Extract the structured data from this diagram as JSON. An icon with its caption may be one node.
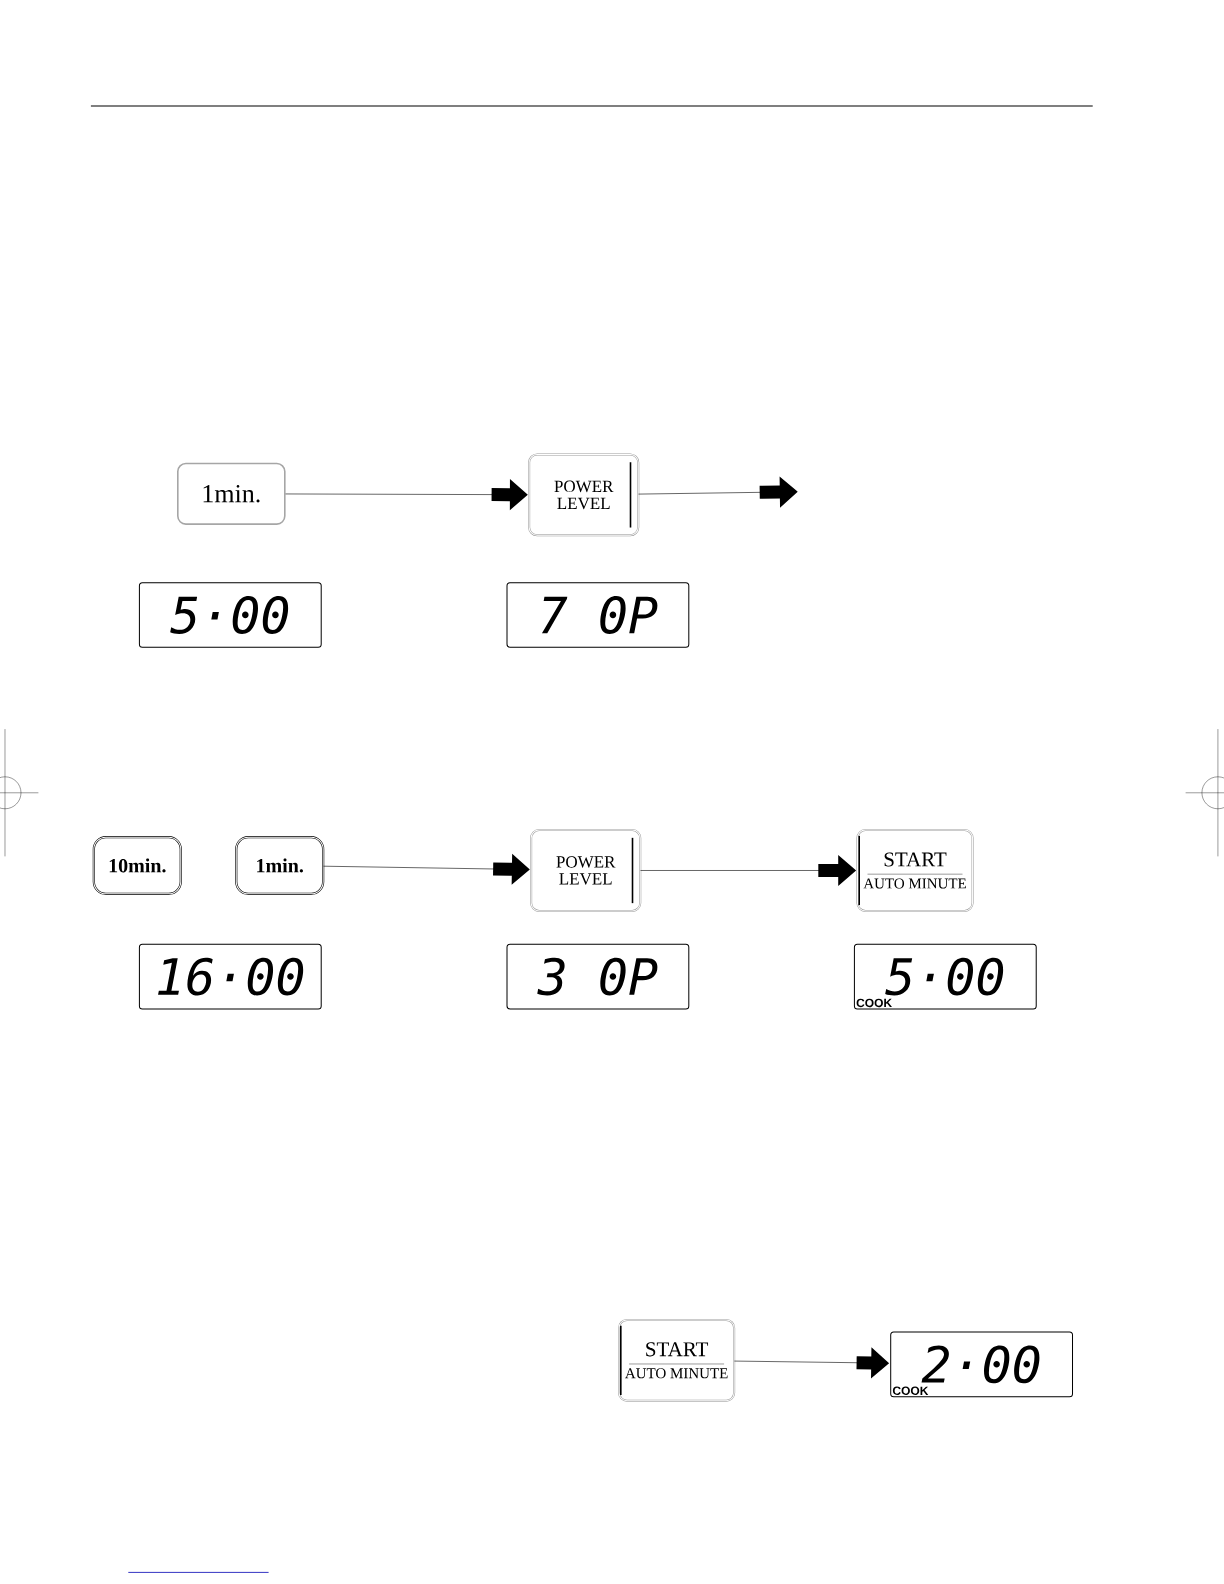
{
  "diagram": {
    "nodes": [
      {
        "text": [
          "1min."
        ]
      },
      {
        "text": [
          "POWER LEVEL"
        ]
      },
      {
        "text": [
          "5·00"
        ]
      },
      {
        "text": [
          "7 0P"
        ]
      },
      {
        "text": [
          "10min."
        ]
      },
      {
        "text": [
          "1min."
        ]
      },
      {
        "text": [
          "POWER LEVEL"
        ]
      },
      {
        "text": [
          "START",
          "AUTO MINUTE"
        ]
      },
      {
        "text": [
          "16·00"
        ]
      },
      {
        "text": [
          "3 0P"
        ]
      },
      {
        "text": [
          "5·00",
          "COOK"
        ]
      },
      {
        "text": [
          "START",
          "AUTO MINUTE"
        ]
      },
      {
        "text": [
          "2·00",
          "COOK"
        ]
      }
    ],
    "edges": [
      {
        "from": 0,
        "to": 1,
        "arrow": "to"
      },
      {
        "from": 1,
        "to": null,
        "arrow": "to"
      },
      {
        "from": 5,
        "to": 6,
        "arrow": "to"
      },
      {
        "from": 6,
        "to": 7,
        "arrow": "to"
      },
      {
        "from": 11,
        "to": 12,
        "arrow": "to"
      }
    ]
  }
}
